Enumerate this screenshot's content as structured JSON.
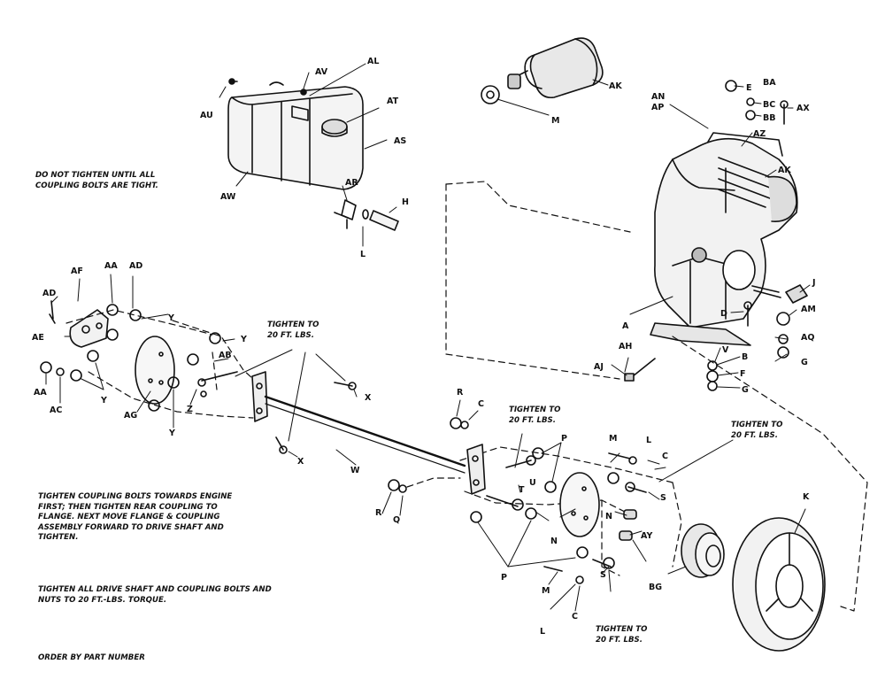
{
  "notes": {
    "do_not_tighten": "DO NOT TIGHTEN UNTIL ALL\nCOUPLING BOLTS ARE TIGHT.",
    "tighten_center": "TIGHTEN TO\n20 FT. LBS.",
    "tighten_mid": "TIGHTEN TO\n20 FT. LBS.",
    "tighten_right": "TIGHTEN TO\n20 FT. LBS.",
    "tighten_bottom": "TIGHTEN TO\n20 FT. LBS.",
    "coupling_instructions": "TIGHTEN COUPLING BOLTS TOWARDS ENGINE\nFIRST; THEN TIGHTEN REAR COUPLING TO\nFLANGE. NEXT MOVE FLANGE & COUPLING\nASSEMBLY FORWARD TO DRIVE SHAFT AND\nTIGHTEN.",
    "torque_instructions": "TIGHTEN ALL DRIVE SHAFT AND COUPLING BOLTS AND\nNUTS TO 20 FT.-LBS. TORQUE.",
    "order": "ORDER BY PART NUMBER"
  },
  "callouts": {
    "au": "AU",
    "av": "AV",
    "al": "AL",
    "at": "AT",
    "as": "AS",
    "aw": "AW",
    "ar": "AR",
    "h": "H",
    "l_tank": "L",
    "ak_top": "AK",
    "m_top": "M",
    "e": "E",
    "ba": "BA",
    "bc": "BC",
    "bb": "BB",
    "ax": "AX",
    "an": "AN",
    "ap": "AP",
    "az": "AZ",
    "ak_engine": "AK",
    "j": "J",
    "am": "AM",
    "aq": "AQ",
    "g_top": "G",
    "a": "A",
    "d": "D",
    "ah": "AH",
    "aj": "AJ",
    "v": "V",
    "b": "B",
    "f": "F",
    "g_bottom": "G",
    "af": "AF",
    "aa_top": "AA",
    "ad_top": "AD",
    "ad_left": "AD",
    "ae": "AE",
    "y_top": "Y",
    "y_mid": "Y",
    "ab": "AB",
    "aa_bottom": "AA",
    "ac": "AC",
    "y_left": "Y",
    "ag": "AG",
    "z": "Z",
    "y_bottom": "Y",
    "x_top": "X",
    "x_bottom": "X",
    "w": "W",
    "r_top": "R",
    "c_top": "C",
    "r_bottom": "R",
    "q": "Q",
    "p_top": "P",
    "t": "T",
    "u": "U",
    "n_mid": "N",
    "n_right": "N",
    "m_right": "M",
    "l_right": "L",
    "c_right": "C",
    "s_top": "S",
    "p_bottom": "P",
    "m_bottom": "M",
    "l_bottom": "L",
    "c_bottom": "C",
    "s_bottom": "S",
    "ay": "AY",
    "bg": "BG",
    "k": "K"
  }
}
